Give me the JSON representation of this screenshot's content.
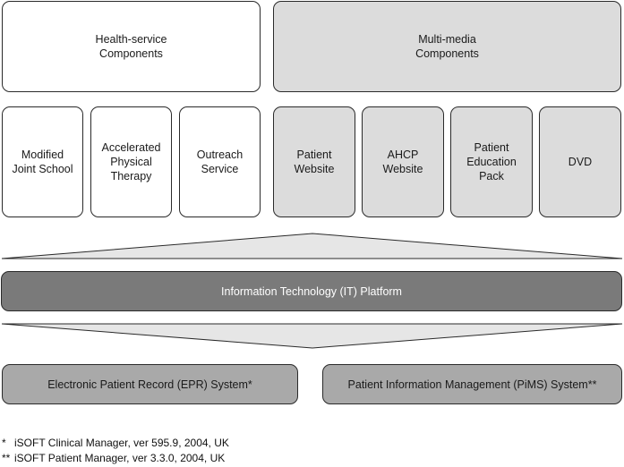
{
  "top_row": {
    "health_service": "Health-service\nComponents",
    "multimedia": "Multi-media\nComponents"
  },
  "health_components": [
    "Modified\nJoint School",
    "Accelerated\nPhysical\nTherapy",
    "Outreach\nService"
  ],
  "multimedia_components": [
    "Patient\nWebsite",
    "AHCP\nWebsite",
    "Patient\nEducation\nPack",
    "DVD"
  ],
  "platform": {
    "label": "Information Technology (IT) Platform"
  },
  "systems": {
    "epr": "Electronic Patient Record (EPR) System*",
    "pims": "Patient Information Management (PiMS) System**"
  },
  "footnotes": [
    {
      "mark": "*",
      "text": "iSOFT Clinical Manager, ver 595.9, 2004, UK"
    },
    {
      "mark": "**",
      "text": "iSOFT Patient Manager, ver 3.3.0, 2004, UK"
    }
  ],
  "colors": {
    "white_box": "#ffffff",
    "light_box": "#dcdcdc",
    "mid_box": "#a9a9a9",
    "platform_box": "#7a7a7a",
    "arrow_fill": "#e6e6e6",
    "outline": "#2a2a2a"
  }
}
